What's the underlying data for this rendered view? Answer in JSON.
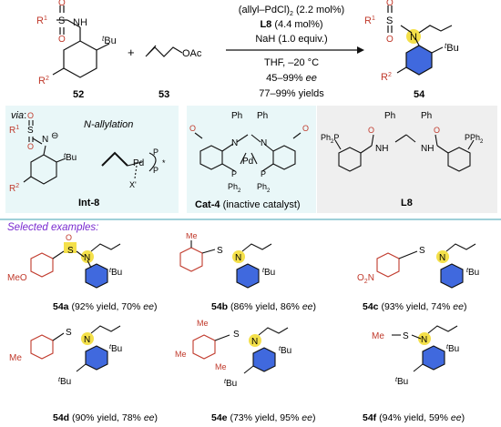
{
  "scheme": {
    "reagent_1": "(allyl–PdCl)",
    "reagent_1_sub": "2",
    "reagent_1_amount": "(2.2 mol%)",
    "reagent_2_bold": "L8",
    "reagent_2_amount": "(4.4 mol%)",
    "reagent_3": "NaH (1.0 equiv.)",
    "conditions": "THF, –20 °C",
    "ee_range": "45–99% ",
    "ee_label": "ee",
    "yield_range": "77–99% yields",
    "substrate_label": "52",
    "allyl_label": "53",
    "product_label": "54",
    "plus": "+"
  },
  "panels": {
    "via_label": "via",
    "via_colon": ":",
    "allylation_label": "N-allylation",
    "int_label": "Int-8",
    "cat_label_bold": "Cat-4",
    "cat_label_rest": " (inactive catalyst)",
    "ligand_label": "L8"
  },
  "selected_examples_label": "Selected examples:",
  "examples": [
    {
      "id": "54a",
      "text": " (92% yield, 70% ",
      "ee": "ee",
      "close": ")"
    },
    {
      "id": "54b",
      "text": " (86% yield, 86% ",
      "ee": "ee",
      "close": ")"
    },
    {
      "id": "54c",
      "text": " (93% yield, 74% ",
      "ee": "ee",
      "close": ")"
    },
    {
      "id": "54d",
      "text": " (90% yield, 78% ",
      "ee": "ee",
      "close": ")"
    },
    {
      "id": "54e",
      "text": " (73% yield, 95% ",
      "ee": "ee",
      "close": ")"
    },
    {
      "id": "54f",
      "text": " (94% yield, 59% ",
      "ee": "ee",
      "close": ")"
    }
  ],
  "atoms": {
    "R1": "R",
    "R2": "R",
    "sup1": "1",
    "sup2": "2",
    "S": "S",
    "N": "N",
    "O": "O",
    "NH": "NH",
    "OAc": "OAc",
    "tBu_t": "t",
    "tBu_Bu": "Bu",
    "Pd": "Pd",
    "P": "P",
    "X": "X'",
    "Ph": "Ph",
    "PPh2": "PPh",
    "two": "2",
    "Ph2": "Ph",
    "MeO": "MeO",
    "Me": "Me",
    "O2N": "O",
    "O2N_N": "N",
    "minus": "⊖",
    "star": "*"
  },
  "colors": {
    "red": "#c0392b",
    "blue": "#1f4fd8",
    "yellow": "#f4e04a",
    "purple": "#7a2bd0",
    "panel_cyan": "#e9f7f8",
    "panel_grey": "#efefef"
  }
}
